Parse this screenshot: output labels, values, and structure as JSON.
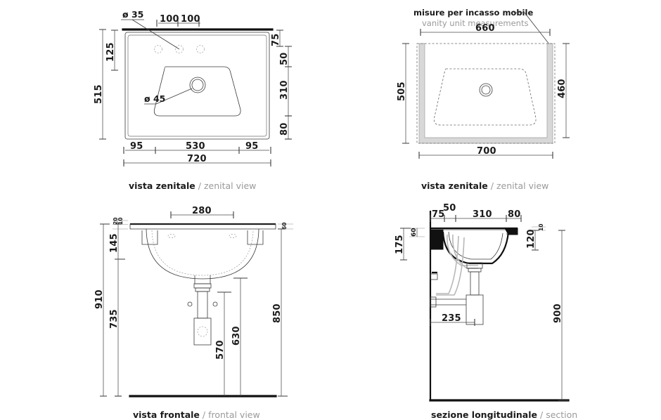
{
  "document": {
    "type": "technical-drawing",
    "subject": "washbasin / vanity top installation drawing",
    "units": "mm",
    "background": "#ffffff",
    "line_color": "#3a3a3a",
    "accent_gray": "#9a9a9a"
  },
  "views": [
    {
      "id": "zenital-top-left",
      "caption_it": "vista zenitale",
      "caption_sep": "/",
      "caption_en": "zenital view",
      "labels": [
        {
          "name": "hole-diameter-tap",
          "text": "ø 35"
        },
        {
          "name": "hole-diameter-drain",
          "text": "ø 45"
        }
      ],
      "dimensions_top": [
        "100",
        "100"
      ],
      "dimensions_left": [
        "125",
        "515"
      ],
      "dimensions_right": [
        "75",
        "50",
        "310",
        "80"
      ],
      "dimensions_bottom_inner": [
        "95",
        "530",
        "95"
      ],
      "dimensions_bottom_outer": [
        "720"
      ]
    },
    {
      "id": "zenital-top-right",
      "caption_it": "vista zenitale",
      "caption_sep": "/",
      "caption_en": "zenital view",
      "note_it": "misure per incasso mobile",
      "note_en": "vanity unit measurements",
      "dimensions_top": [
        "660"
      ],
      "dimensions_left": [
        "505"
      ],
      "dimensions_right": [
        "460"
      ],
      "dimensions_bottom": [
        "700"
      ]
    },
    {
      "id": "frontal-bottom-left",
      "caption_it": "vista frontale",
      "caption_sep": "/",
      "caption_en": "frontal view",
      "dimensions_top": [
        "280"
      ],
      "dimensions_left_small": [
        "20",
        "10"
      ],
      "dimensions_left": [
        "145",
        "735",
        "910"
      ],
      "dimensions_right_small": [
        "60"
      ],
      "dimensions_right": [
        "850"
      ],
      "dimensions_inner": [
        "570",
        "630"
      ]
    },
    {
      "id": "section-bottom-right",
      "caption_it": "sezione longitudinale",
      "caption_sep": "/",
      "caption_en": "section",
      "dimensions_top": [
        "75",
        "50",
        "310",
        "80"
      ],
      "dimensions_left_small": [
        "60"
      ],
      "dimensions_left": [
        "175"
      ],
      "dimensions_right_small": [
        "10"
      ],
      "dimensions_right": [
        "120",
        "900"
      ],
      "dimensions_bottom": [
        "235"
      ]
    }
  ]
}
